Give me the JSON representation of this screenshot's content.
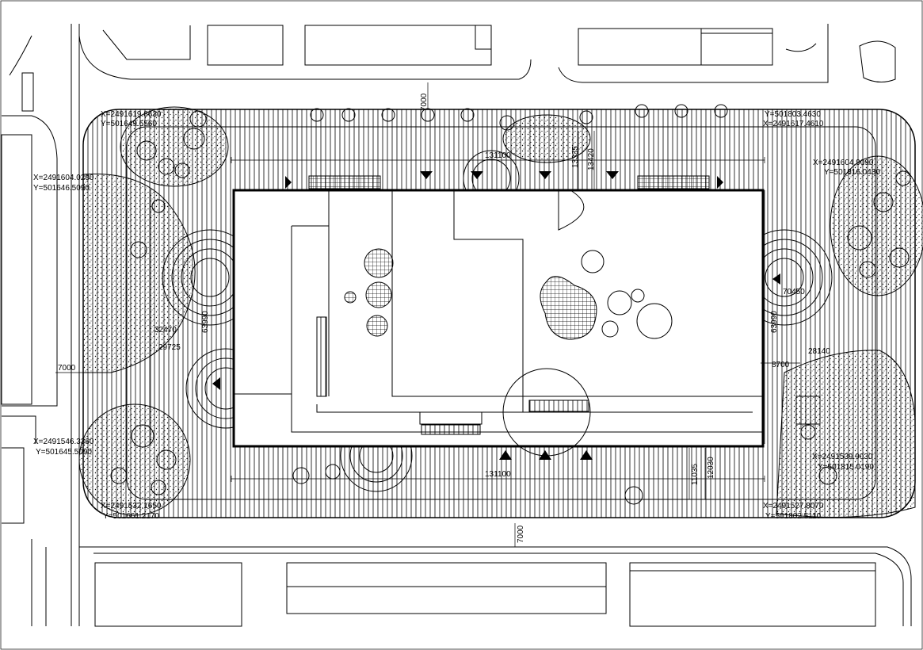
{
  "dimensions": {
    "north_setback": "7000",
    "south_setback": "7000",
    "west_setback": "7000",
    "top_length": "131100",
    "bottom_length": "131100",
    "north_depth": "13335",
    "north_depth_2": "13420",
    "west_a": "32470",
    "west_b": "29725",
    "west_depth": "63990",
    "east_depth": "63990",
    "east_radius": "70450",
    "east_span": "28140",
    "east_offset": "8700",
    "south_a": "11035",
    "south_b": "12030"
  },
  "coordinates": {
    "nw_top": [
      "X=2491619.8630",
      "Y=501649.5560"
    ],
    "ne_top": [
      "Y=501803.4630",
      "X=2491617.4610"
    ],
    "nw_mid": [
      "X=2491604.0280",
      "Y=501646.5090"
    ],
    "ne_mid": [
      "X=2491604.9090",
      "Y=501816.0430"
    ],
    "sw_mid": [
      "X=2491546.3360",
      "Y=501645.5090"
    ],
    "se_mid": [
      "X=2491539.9030",
      "Y=501815.0190"
    ],
    "sw_low": [
      "X=2491532.1650",
      "Y=501661.2170"
    ],
    "se_low": [
      "X=2491527.8070",
      "Y=501802.5110"
    ]
  }
}
